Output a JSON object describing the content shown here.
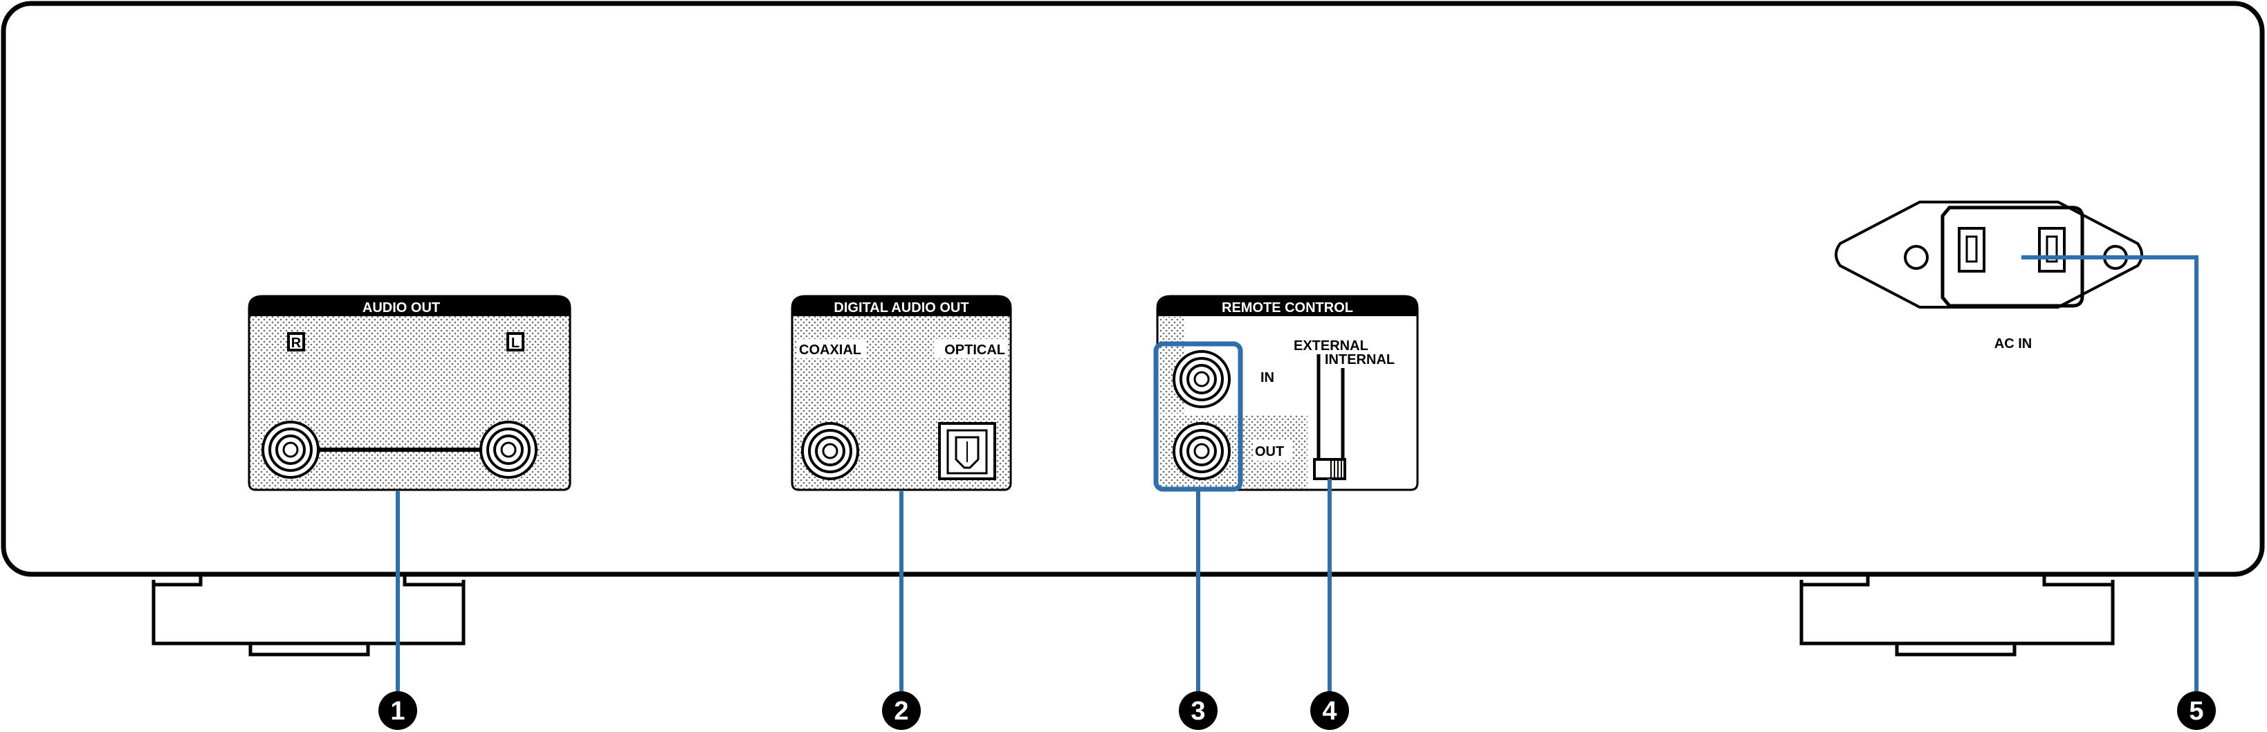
{
  "panels": {
    "audio_out": {
      "title": "AUDIO OUT",
      "right": "R",
      "left": "L"
    },
    "digital_audio_out": {
      "title": "DIGITAL AUDIO OUT",
      "coaxial": "COAXIAL",
      "optical": "OPTICAL"
    },
    "remote_control": {
      "title": "REMOTE CONTROL",
      "in": "IN",
      "out": "OUT",
      "external": "EXTERNAL",
      "internal": "INTERNAL"
    },
    "ac_in": {
      "label": "AC IN"
    }
  },
  "callouts": [
    "1",
    "2",
    "3",
    "4",
    "5"
  ],
  "colors": {
    "callout_line": "#2f6fad",
    "outline": "#000000",
    "panel_dots": "#d9d9d9"
  }
}
